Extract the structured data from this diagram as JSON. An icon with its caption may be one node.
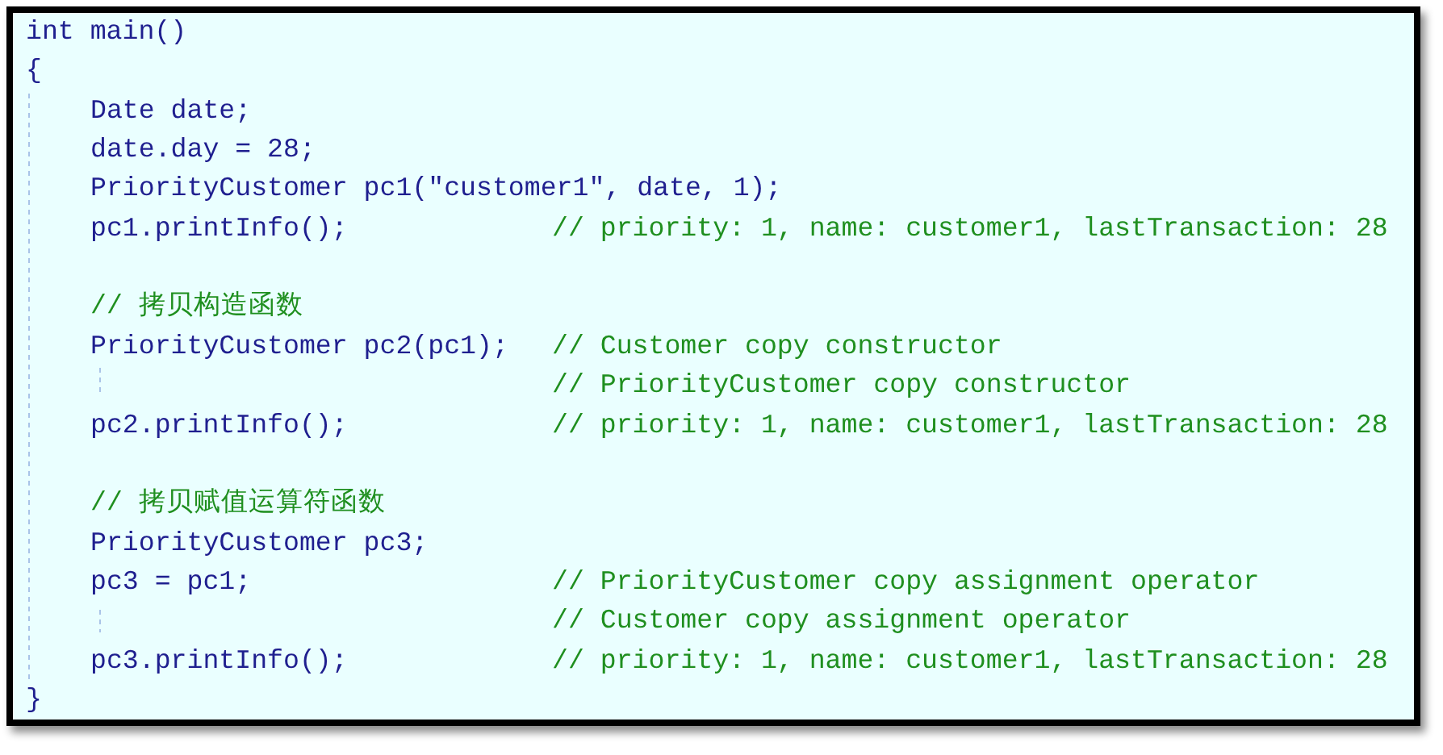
{
  "diagram": {
    "labels": [
      "int main()",
      "{",
      "Date date;",
      "date.day = 28;",
      "PriorityCustomer pc1(\"customer1\", date, 1);",
      "pc1.printInfo();",
      "// priority: 1, name: customer1, lastTransaction: 28",
      "// 拷贝构造函数",
      "PriorityCustomer pc2(pc1);",
      "// Customer copy constructor",
      "// PriorityCustomer copy constructor",
      "pc2.printInfo();",
      "// priority: 1, name: customer1, lastTransaction: 28",
      "// 拷贝赋值运算符函数",
      "PriorityCustomer pc3;",
      "pc3 = pc1;",
      "// PriorityCustomer copy assignment operator",
      "// Customer copy assignment operator",
      "pc3.printInfo();",
      "// priority: 1, name: customer1, lastTransaction: 28",
      "}"
    ]
  }
}
